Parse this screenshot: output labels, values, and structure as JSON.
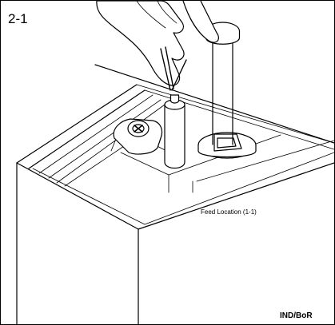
{
  "figure": {
    "step_label": "2-1",
    "feed_location_label": "Feed Location (1-1)",
    "code_label": "IND/BoR"
  }
}
